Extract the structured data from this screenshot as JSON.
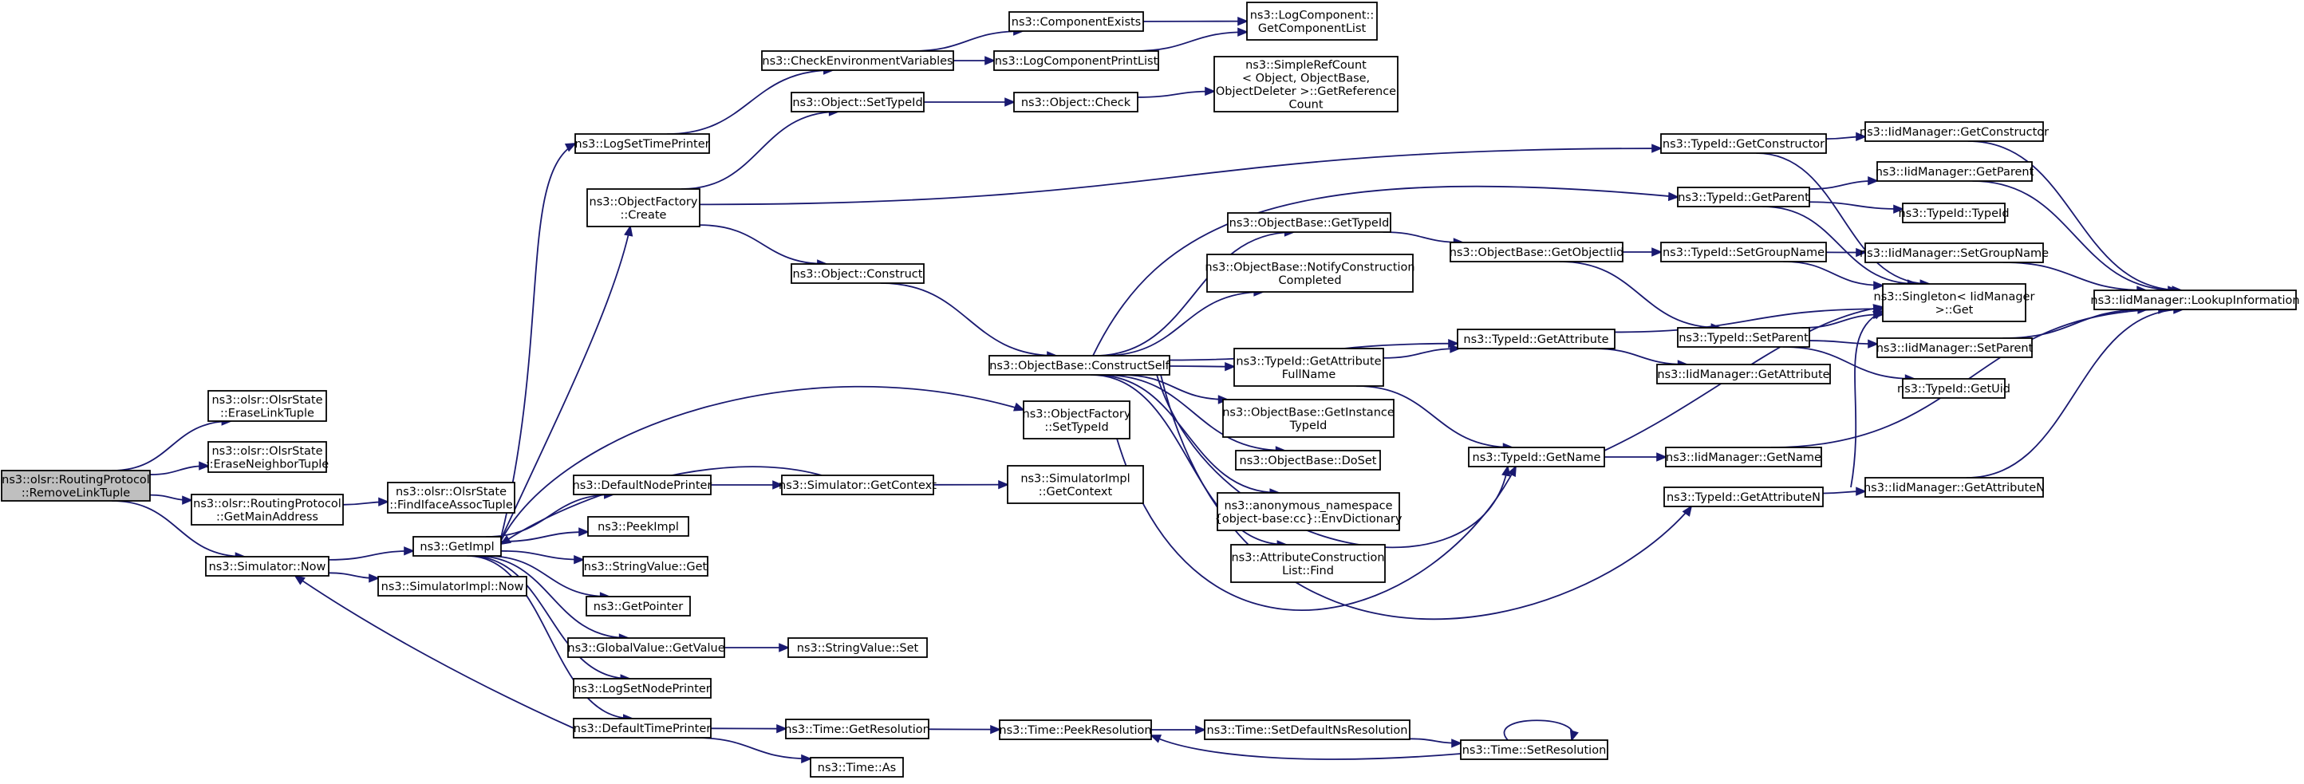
{
  "graph": {
    "root": "remove_link_tuple",
    "nodes": [
      {
        "id": "remove_link_tuple",
        "lines": [
          "ns3::olsr::RoutingProtocol",
          "::RemoveLinkTuple"
        ]
      },
      {
        "id": "erase_link_tuple",
        "lines": [
          "ns3::olsr::OlsrState",
          "::EraseLinkTuple"
        ]
      },
      {
        "id": "erase_neighbor_tuple",
        "lines": [
          "ns3::olsr::OlsrState",
          "::EraseNeighborTuple"
        ]
      },
      {
        "id": "get_main_address",
        "lines": [
          "ns3::olsr::RoutingProtocol",
          "::GetMainAddress"
        ]
      },
      {
        "id": "find_iface_assoc_tuple",
        "lines": [
          "ns3::olsr::OlsrState",
          "::FindIfaceAssocTuple"
        ]
      },
      {
        "id": "simulator_now",
        "lines": [
          "ns3::Simulator::Now"
        ]
      },
      {
        "id": "get_impl",
        "lines": [
          "ns3::GetImpl"
        ]
      },
      {
        "id": "simulator_impl_now",
        "lines": [
          "ns3::SimulatorImpl::Now"
        ]
      },
      {
        "id": "log_set_time_printer",
        "lines": [
          "ns3::LogSetTimePrinter"
        ]
      },
      {
        "id": "object_factory_create",
        "lines": [
          "ns3::ObjectFactory",
          "::Create"
        ]
      },
      {
        "id": "default_node_printer",
        "lines": [
          "ns3::DefaultNodePrinter"
        ]
      },
      {
        "id": "peek_impl",
        "lines": [
          "ns3::PeekImpl"
        ]
      },
      {
        "id": "string_value_get",
        "lines": [
          "ns3::StringValue::Get"
        ]
      },
      {
        "id": "get_pointer",
        "lines": [
          "ns3::GetPointer"
        ]
      },
      {
        "id": "global_value_get_value",
        "lines": [
          "ns3::GlobalValue::GetValue"
        ]
      },
      {
        "id": "log_set_node_printer",
        "lines": [
          "ns3::LogSetNodePrinter"
        ]
      },
      {
        "id": "default_time_printer",
        "lines": [
          "ns3::DefaultTimePrinter"
        ]
      },
      {
        "id": "check_environment_variables",
        "lines": [
          "ns3::CheckEnvironmentVariables"
        ]
      },
      {
        "id": "component_exists",
        "lines": [
          "ns3::ComponentExists"
        ]
      },
      {
        "id": "log_component_print_list",
        "lines": [
          "ns3::LogComponentPrintList"
        ]
      },
      {
        "id": "log_component_get_component_list",
        "lines": [
          "ns3::LogComponent::",
          "GetComponentList"
        ]
      },
      {
        "id": "object_set_type_id",
        "lines": [
          "ns3::Object::SetTypeId"
        ]
      },
      {
        "id": "object_check",
        "lines": [
          "ns3::Object::Check"
        ]
      },
      {
        "id": "simple_ref_count_get_reference_count",
        "lines": [
          "ns3::SimpleRefCount",
          "< Object, ObjectBase,",
          "ObjectDeleter >::GetReference",
          "Count"
        ]
      },
      {
        "id": "object_construct",
        "lines": [
          "ns3::Object::Construct"
        ]
      },
      {
        "id": "simulator_get_context",
        "lines": [
          "ns3::Simulator::GetContext"
        ]
      },
      {
        "id": "simulator_impl_get_context",
        "lines": [
          "ns3::SimulatorImpl",
          "::GetContext"
        ]
      },
      {
        "id": "string_value_set",
        "lines": [
          "ns3::StringValue::Set"
        ]
      },
      {
        "id": "time_get_resolution",
        "lines": [
          "ns3::Time::GetResolution"
        ]
      },
      {
        "id": "time_as",
        "lines": [
          "ns3::Time::As"
        ]
      },
      {
        "id": "time_peek_resolution",
        "lines": [
          "ns3::Time::PeekResolution"
        ]
      },
      {
        "id": "time_set_default_ns_resolution",
        "lines": [
          "ns3::Time::SetDefaultNsResolution"
        ]
      },
      {
        "id": "time_set_resolution",
        "lines": [
          "ns3::Time::SetResolution"
        ]
      },
      {
        "id": "object_base_construct_self",
        "lines": [
          "ns3::ObjectBase::ConstructSelf"
        ]
      },
      {
        "id": "object_factory_set_type_id",
        "lines": [
          "ns3::ObjectFactory",
          "::SetTypeId"
        ]
      },
      {
        "id": "object_base_get_type_id",
        "lines": [
          "ns3::ObjectBase::GetTypeId"
        ]
      },
      {
        "id": "object_base_notify_construction_completed",
        "lines": [
          "ns3::ObjectBase::NotifyConstruction",
          "Completed"
        ]
      },
      {
        "id": "type_id_get_attribute_full_name",
        "lines": [
          "ns3::TypeId::GetAttribute",
          "FullName"
        ]
      },
      {
        "id": "object_base_get_instance_type_id",
        "lines": [
          "ns3::ObjectBase::GetInstance",
          "TypeId"
        ]
      },
      {
        "id": "object_base_do_set",
        "lines": [
          "ns3::ObjectBase::DoSet"
        ]
      },
      {
        "id": "anonymous_namespace_env_dictionary",
        "lines": [
          "ns3::anonymous_namespace",
          "{object-base:cc}::EnvDictionary"
        ]
      },
      {
        "id": "attribute_construction_list_find",
        "lines": [
          "ns3::AttributeConstruction",
          "List::Find"
        ]
      },
      {
        "id": "object_base_get_object_iid",
        "lines": [
          "ns3::ObjectBase::GetObjectIid"
        ]
      },
      {
        "id": "type_id_get_attribute",
        "lines": [
          "ns3::TypeId::GetAttribute"
        ]
      },
      {
        "id": "type_id_get_name",
        "lines": [
          "ns3::TypeId::GetName"
        ]
      },
      {
        "id": "type_id_get_constructor",
        "lines": [
          "ns3::TypeId::GetConstructor"
        ]
      },
      {
        "id": "type_id_get_parent",
        "lines": [
          "ns3::TypeId::GetParent"
        ]
      },
      {
        "id": "type_id_set_group_name",
        "lines": [
          "ns3::TypeId::SetGroupName"
        ]
      },
      {
        "id": "type_id_set_parent",
        "lines": [
          "ns3::TypeId::SetParent"
        ]
      },
      {
        "id": "iid_manager_get_attribute",
        "lines": [
          "ns3::IidManager::GetAttribute"
        ]
      },
      {
        "id": "iid_manager_get_name",
        "lines": [
          "ns3::IidManager::GetName"
        ]
      },
      {
        "id": "type_id_get_attribute_n",
        "lines": [
          "ns3::TypeId::GetAttributeN"
        ]
      },
      {
        "id": "iid_manager_get_constructor",
        "lines": [
          "ns3::IidManager::GetConstructor"
        ]
      },
      {
        "id": "iid_manager_get_parent",
        "lines": [
          "ns3::IidManager::GetParent"
        ]
      },
      {
        "id": "type_id_type_id",
        "lines": [
          "ns3::TypeId::TypeId"
        ]
      },
      {
        "id": "iid_manager_set_group_name",
        "lines": [
          "ns3::IidManager::SetGroupName"
        ]
      },
      {
        "id": "singleton_iid_manager_get",
        "lines": [
          "ns3::Singleton< IidManager",
          ">::Get"
        ]
      },
      {
        "id": "iid_manager_set_parent",
        "lines": [
          "ns3::IidManager::SetParent"
        ]
      },
      {
        "id": "type_id_get_uid",
        "lines": [
          "ns3::TypeId::GetUid"
        ]
      },
      {
        "id": "iid_manager_get_attribute_n",
        "lines": [
          "ns3::IidManager::GetAttributeN"
        ]
      },
      {
        "id": "iid_manager_lookup_information",
        "lines": [
          "ns3::IidManager::LookupInformation"
        ]
      }
    ],
    "edges": [
      [
        "remove_link_tuple",
        "erase_link_tuple"
      ],
      [
        "remove_link_tuple",
        "erase_neighbor_tuple"
      ],
      [
        "remove_link_tuple",
        "get_main_address"
      ],
      [
        "remove_link_tuple",
        "simulator_now"
      ],
      [
        "get_main_address",
        "find_iface_assoc_tuple"
      ],
      [
        "simulator_now",
        "get_impl"
      ],
      [
        "simulator_now",
        "simulator_impl_now"
      ],
      [
        "get_impl",
        "log_set_time_printer"
      ],
      [
        "get_impl",
        "object_factory_create"
      ],
      [
        "get_impl",
        "object_factory_set_type_id"
      ],
      [
        "get_impl",
        "default_node_printer"
      ],
      [
        "get_impl",
        "peek_impl"
      ],
      [
        "get_impl",
        "string_value_get"
      ],
      [
        "get_impl",
        "get_pointer"
      ],
      [
        "get_impl",
        "global_value_get_value"
      ],
      [
        "get_impl",
        "log_set_node_printer"
      ],
      [
        "get_impl",
        "default_time_printer"
      ],
      [
        "log_set_time_printer",
        "check_environment_variables"
      ],
      [
        "check_environment_variables",
        "component_exists"
      ],
      [
        "check_environment_variables",
        "log_component_print_list"
      ],
      [
        "component_exists",
        "log_component_get_component_list"
      ],
      [
        "log_component_print_list",
        "log_component_get_component_list"
      ],
      [
        "object_factory_create",
        "object_set_type_id"
      ],
      [
        "object_factory_create",
        "object_construct"
      ],
      [
        "object_factory_create",
        "type_id_get_constructor"
      ],
      [
        "object_set_type_id",
        "object_check"
      ],
      [
        "object_check",
        "simple_ref_count_get_reference_count"
      ],
      [
        "object_construct",
        "object_base_construct_self"
      ],
      [
        "default_node_printer",
        "simulator_get_context"
      ],
      [
        "simulator_get_context",
        "get_impl"
      ],
      [
        "simulator_get_context",
        "simulator_impl_get_context"
      ],
      [
        "global_value_get_value",
        "string_value_set"
      ],
      [
        "default_time_printer",
        "simulator_now"
      ],
      [
        "default_time_printer",
        "time_get_resolution"
      ],
      [
        "default_time_printer",
        "time_as"
      ],
      [
        "time_get_resolution",
        "time_peek_resolution"
      ],
      [
        "time_peek_resolution",
        "time_set_default_ns_resolution"
      ],
      [
        "time_set_default_ns_resolution",
        "time_set_resolution"
      ],
      [
        "time_set_resolution",
        "time_peek_resolution"
      ],
      [
        "time_set_resolution",
        "time_set_resolution"
      ],
      [
        "object_factory_set_type_id",
        "type_id_get_name"
      ],
      [
        "object_base_construct_self",
        "type_id_get_parent"
      ],
      [
        "object_base_construct_self",
        "object_base_get_type_id"
      ],
      [
        "object_base_construct_self",
        "object_base_notify_construction_completed"
      ],
      [
        "object_base_construct_self",
        "type_id_get_attribute"
      ],
      [
        "object_base_construct_self",
        "type_id_get_attribute_full_name"
      ],
      [
        "object_base_construct_self",
        "object_base_get_instance_type_id"
      ],
      [
        "object_base_construct_self",
        "object_base_do_set"
      ],
      [
        "object_base_construct_self",
        "anonymous_namespace_env_dictionary"
      ],
      [
        "object_base_construct_self",
        "attribute_construction_list_find"
      ],
      [
        "object_base_construct_self",
        "type_id_get_name"
      ],
      [
        "object_base_construct_self",
        "type_id_get_attribute_n"
      ],
      [
        "object_base_get_type_id",
        "object_base_get_object_iid"
      ],
      [
        "object_base_get_object_iid",
        "type_id_set_group_name"
      ],
      [
        "object_base_get_object_iid",
        "type_id_set_parent"
      ],
      [
        "type_id_get_attribute_full_name",
        "type_id_get_attribute"
      ],
      [
        "type_id_get_attribute_full_name",
        "type_id_get_name"
      ],
      [
        "type_id_get_attribute",
        "iid_manager_get_attribute"
      ],
      [
        "type_id_get_attribute",
        "singleton_iid_manager_get"
      ],
      [
        "type_id_get_name",
        "iid_manager_get_name"
      ],
      [
        "type_id_get_name",
        "singleton_iid_manager_get"
      ],
      [
        "type_id_get_constructor",
        "iid_manager_get_constructor"
      ],
      [
        "type_id_get_constructor",
        "singleton_iid_manager_get"
      ],
      [
        "type_id_get_parent",
        "iid_manager_get_parent"
      ],
      [
        "type_id_get_parent",
        "type_id_type_id"
      ],
      [
        "type_id_get_parent",
        "singleton_iid_manager_get"
      ],
      [
        "type_id_set_group_name",
        "iid_manager_set_group_name"
      ],
      [
        "type_id_set_group_name",
        "singleton_iid_manager_get"
      ],
      [
        "type_id_set_parent",
        "singleton_iid_manager_get"
      ],
      [
        "type_id_set_parent",
        "iid_manager_set_parent"
      ],
      [
        "type_id_set_parent",
        "type_id_get_uid"
      ],
      [
        "iid_manager_get_name",
        "iid_manager_lookup_information"
      ],
      [
        "type_id_get_attribute_n",
        "iid_manager_get_attribute_n"
      ],
      [
        "type_id_get_attribute_n",
        "singleton_iid_manager_get"
      ],
      [
        "iid_manager_get_constructor",
        "iid_manager_lookup_information"
      ],
      [
        "iid_manager_get_parent",
        "iid_manager_lookup_information"
      ],
      [
        "iid_manager_set_group_name",
        "iid_manager_lookup_information"
      ],
      [
        "iid_manager_set_parent",
        "iid_manager_lookup_information"
      ],
      [
        "iid_manager_get_attribute_n",
        "iid_manager_lookup_information"
      ]
    ]
  }
}
